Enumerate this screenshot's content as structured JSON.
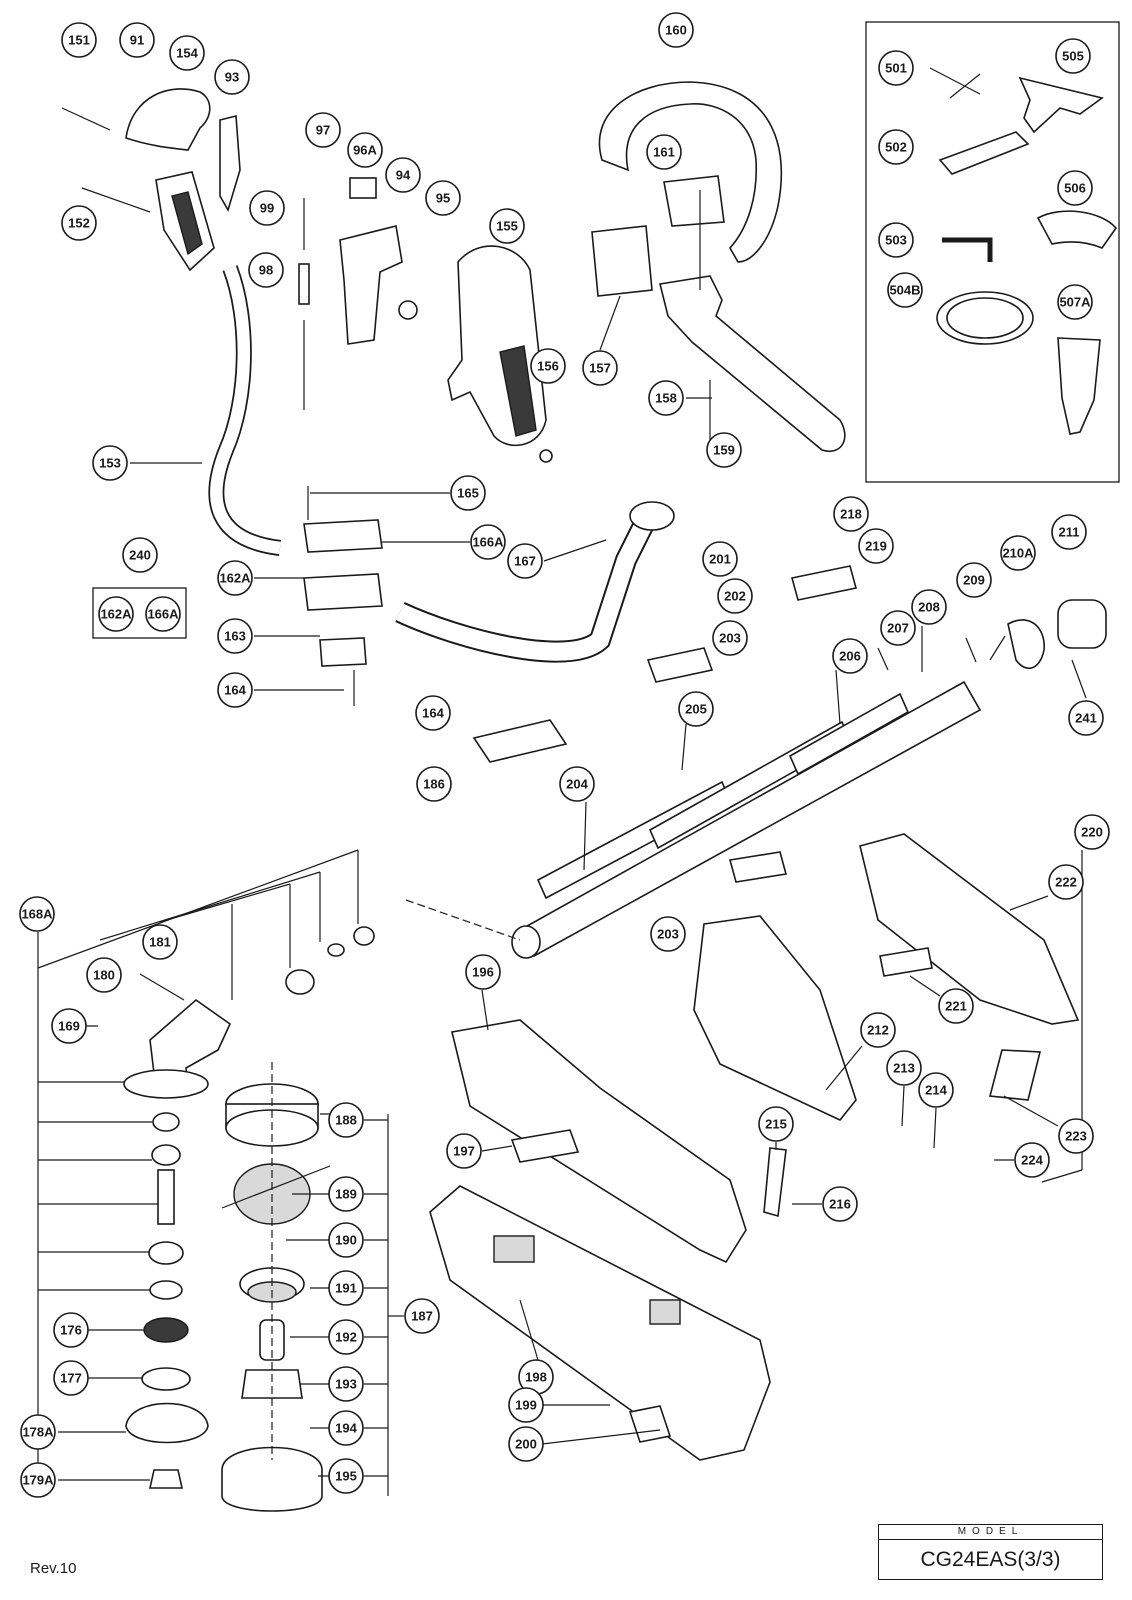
{
  "title_block": {
    "caption": "MODEL",
    "model": "CG24EAS(3/3)"
  },
  "revision": "Rev.10",
  "parts": [
    {
      "id": "p151",
      "label": "151"
    },
    {
      "id": "p91",
      "label": "91"
    },
    {
      "id": "p154",
      "label": "154"
    },
    {
      "id": "p93",
      "label": "93"
    },
    {
      "id": "p97",
      "label": "97"
    },
    {
      "id": "p96a",
      "label": "96A"
    },
    {
      "id": "p94",
      "label": "94"
    },
    {
      "id": "p95",
      "label": "95"
    },
    {
      "id": "p99",
      "label": "99"
    },
    {
      "id": "p155",
      "label": "155"
    },
    {
      "id": "p152",
      "label": "152"
    },
    {
      "id": "p98",
      "label": "98"
    },
    {
      "id": "p156",
      "label": "156"
    },
    {
      "id": "p153",
      "label": "153"
    },
    {
      "id": "p160",
      "label": "160"
    },
    {
      "id": "p161",
      "label": "161"
    },
    {
      "id": "p157",
      "label": "157"
    },
    {
      "id": "p158",
      "label": "158"
    },
    {
      "id": "p159",
      "label": "159"
    },
    {
      "id": "p501",
      "label": "501"
    },
    {
      "id": "p505",
      "label": "505"
    },
    {
      "id": "p502",
      "label": "502"
    },
    {
      "id": "p506",
      "label": "506"
    },
    {
      "id": "p503",
      "label": "503"
    },
    {
      "id": "p504b",
      "label": "504B"
    },
    {
      "id": "p507a",
      "label": "507A"
    },
    {
      "id": "p165",
      "label": "165"
    },
    {
      "id": "p166a",
      "label": "166A"
    },
    {
      "id": "p240",
      "label": "240"
    },
    {
      "id": "p162a_kit",
      "label": "162A"
    },
    {
      "id": "p166a_kit",
      "label": "166A"
    },
    {
      "id": "p162a",
      "label": "162A"
    },
    {
      "id": "p167",
      "label": "167"
    },
    {
      "id": "p163",
      "label": "163"
    },
    {
      "id": "p164a",
      "label": "164"
    },
    {
      "id": "p218",
      "label": "218"
    },
    {
      "id": "p219",
      "label": "219"
    },
    {
      "id": "p201",
      "label": "201"
    },
    {
      "id": "p202",
      "label": "202"
    },
    {
      "id": "p203a",
      "label": "203"
    },
    {
      "id": "p209",
      "label": "209"
    },
    {
      "id": "p210a",
      "label": "210A"
    },
    {
      "id": "p211",
      "label": "211"
    },
    {
      "id": "p208",
      "label": "208"
    },
    {
      "id": "p207",
      "label": "207"
    },
    {
      "id": "p206",
      "label": "206"
    },
    {
      "id": "p241",
      "label": "241"
    },
    {
      "id": "p164b",
      "label": "164"
    },
    {
      "id": "p186",
      "label": "186"
    },
    {
      "id": "p205",
      "label": "205"
    },
    {
      "id": "p204",
      "label": "204"
    },
    {
      "id": "p220",
      "label": "220"
    },
    {
      "id": "p222",
      "label": "222"
    },
    {
      "id": "p168a",
      "label": "168A"
    },
    {
      "id": "p181",
      "label": "181"
    },
    {
      "id": "p180",
      "label": "180"
    },
    {
      "id": "p169",
      "label": "169"
    },
    {
      "id": "p203b",
      "label": "203"
    },
    {
      "id": "p196",
      "label": "196"
    },
    {
      "id": "p221",
      "label": "221"
    },
    {
      "id": "p212",
      "label": "212"
    },
    {
      "id": "p213",
      "label": "213"
    },
    {
      "id": "p214",
      "label": "214"
    },
    {
      "id": "p188",
      "label": "188"
    },
    {
      "id": "p215",
      "label": "215"
    },
    {
      "id": "p223",
      "label": "223"
    },
    {
      "id": "p197",
      "label": "197"
    },
    {
      "id": "p224",
      "label": "224"
    },
    {
      "id": "p189",
      "label": "189"
    },
    {
      "id": "p216",
      "label": "216"
    },
    {
      "id": "p190",
      "label": "190"
    },
    {
      "id": "p191",
      "label": "191"
    },
    {
      "id": "p187",
      "label": "187"
    },
    {
      "id": "p176",
      "label": "176"
    },
    {
      "id": "p192",
      "label": "192"
    },
    {
      "id": "p198",
      "label": "198"
    },
    {
      "id": "p177",
      "label": "177"
    },
    {
      "id": "p193",
      "label": "193"
    },
    {
      "id": "p199",
      "label": "199"
    },
    {
      "id": "p194",
      "label": "194"
    },
    {
      "id": "p178a",
      "label": "178A"
    },
    {
      "id": "p200",
      "label": "200"
    },
    {
      "id": "p179a",
      "label": "179A"
    },
    {
      "id": "p195",
      "label": "195"
    }
  ]
}
